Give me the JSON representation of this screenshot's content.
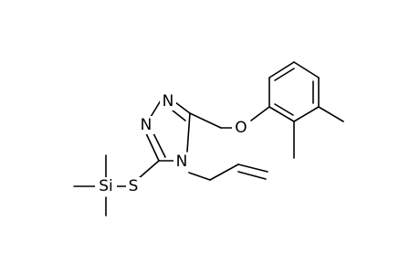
{
  "molecule": {
    "atoms": {
      "n1": "N",
      "n2": "N",
      "n4": "N",
      "o": "O",
      "s": "S",
      "si": "Si"
    },
    "colors": {
      "bond": "#000000",
      "label": "#000000",
      "background": "#ffffff"
    }
  }
}
